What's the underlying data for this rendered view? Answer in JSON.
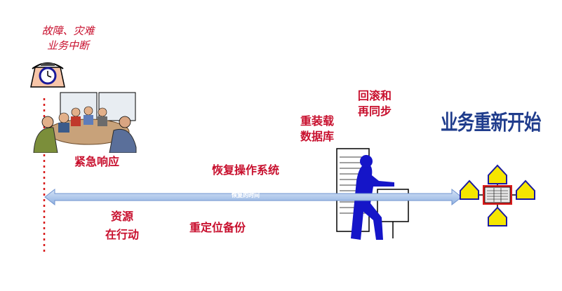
{
  "labels": {
    "failure": [
      "故障、灾难",
      "业务中断"
    ],
    "emergency_response": "紧急响应",
    "recover_os": "恢复操作系统",
    "reload_db": [
      "重装载",
      "数据库"
    ],
    "rollback_resync": [
      "回滚和",
      "再同步"
    ],
    "business_restart": "业务重新开始",
    "resources_in_action": [
      "资源",
      "在行动"
    ],
    "relocate_backup": "重定位备份",
    "recovery_time": "恢复的时间"
  },
  "colors": {
    "label_red": "#c8102e",
    "title_blue": "#1f3c8c",
    "arrow_blue": "#a9c3e8",
    "person_blue": "#1515c8",
    "house_yellow": "#f5e600"
  },
  "icons": [
    "alarm-clock-icon",
    "meeting-team-icon",
    "server-operator-icon",
    "network-server-icon"
  ]
}
